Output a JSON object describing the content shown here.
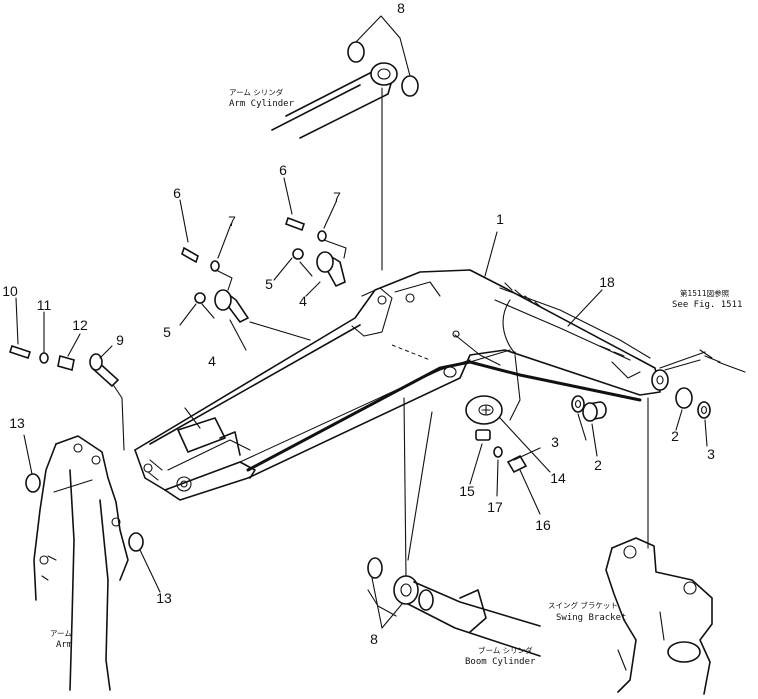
{
  "labels": {
    "arm_cylinder_jp": "アーム シリンダ",
    "arm_cylinder_en": "Arm Cylinder",
    "boom_cylinder_jp": "ブーム シリンダ",
    "boom_cylinder_en": "Boom Cylinder",
    "swing_bracket_jp": "スイング ブラケット",
    "swing_bracket_en": "Swing Bracket",
    "arm_jp": "アーム",
    "arm_en": "Arm",
    "see_fig_jp": "第1511図参照",
    "see_fig_en": "See Fig. 1511"
  },
  "callouts": {
    "c1": "1",
    "c2a": "2",
    "c2b": "2",
    "c3a": "3",
    "c3b": "3",
    "c4a": "4",
    "c4b": "4",
    "c5a": "5",
    "c5b": "5",
    "c6a": "6",
    "c6b": "6",
    "c7a": "7",
    "c7b": "7",
    "c8a": "8",
    "c8b": "8",
    "c9": "9",
    "c10": "10",
    "c11": "11",
    "c12": "12",
    "c13a": "13",
    "c13b": "13",
    "c14": "14",
    "c15": "15",
    "c16": "16",
    "c17": "17",
    "c18": "18"
  }
}
